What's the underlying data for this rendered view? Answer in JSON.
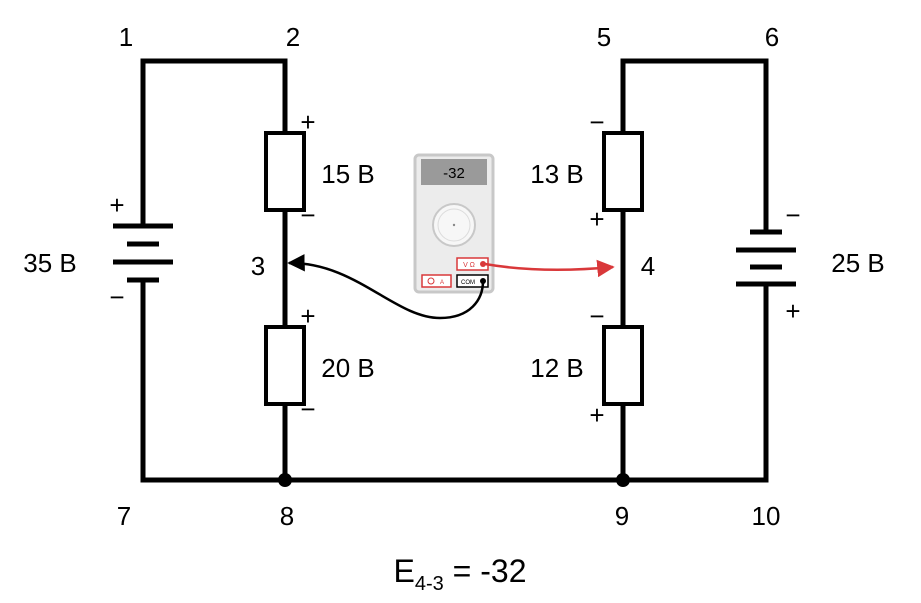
{
  "nodes": {
    "n1": "1",
    "n2": "2",
    "n3": "3",
    "n4": "4",
    "n5": "5",
    "n6": "6",
    "n7": "7",
    "n8": "8",
    "n9": "9",
    "n10": "10"
  },
  "components": {
    "battery_left": "35 B",
    "resistor_top_left": "15 B",
    "resistor_bottom_left": "20 B",
    "resistor_top_right": "13 B",
    "resistor_bottom_right": "12 B",
    "battery_right": "25 B"
  },
  "signs": {
    "plus": "+",
    "minus": "−"
  },
  "meter": {
    "display": "-32",
    "jack_volt_ohm": "V Ω",
    "jack_amp": "A",
    "jack_com": "COM"
  },
  "equation": {
    "symbol": "E",
    "subscript": "4-3",
    "rest": " = -32"
  },
  "colors": {
    "probe_red": "#d9383a",
    "probe_black": "#000000",
    "meter_body": "#c8c8c8",
    "meter_display": "#9a9a9a"
  }
}
